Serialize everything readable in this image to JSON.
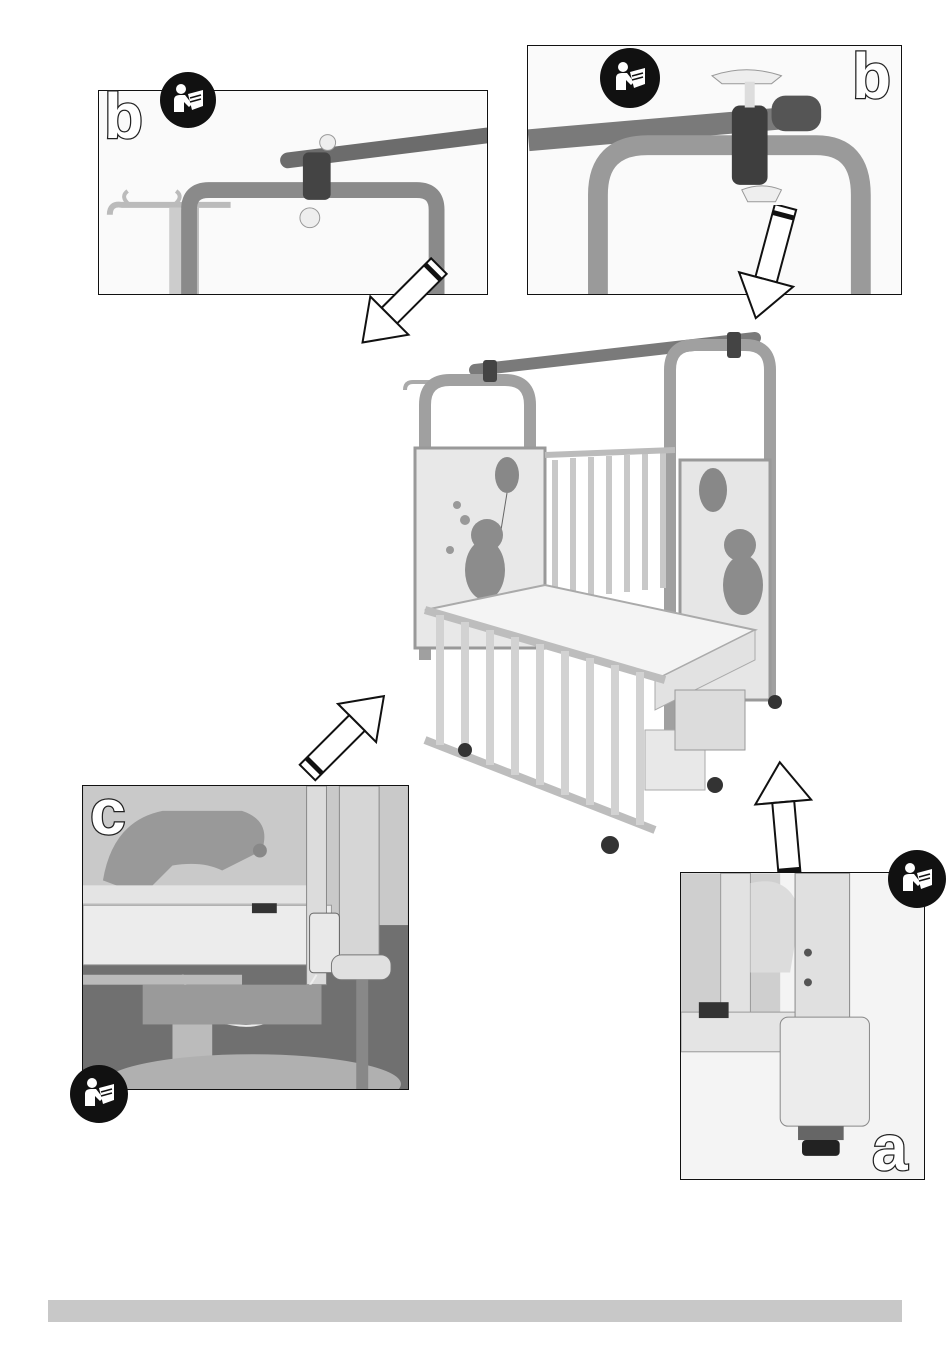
{
  "labels": {
    "detail_top_left": "b",
    "detail_top_right": "b",
    "detail_bottom_left": "c",
    "detail_bottom_right": "a"
  },
  "icons": {
    "manual": "read-manual-icon",
    "arrow": "callout-arrow-icon"
  },
  "colors": {
    "frame": "#111111",
    "badge": "#111111",
    "footer_bar": "#c8c8c8"
  }
}
